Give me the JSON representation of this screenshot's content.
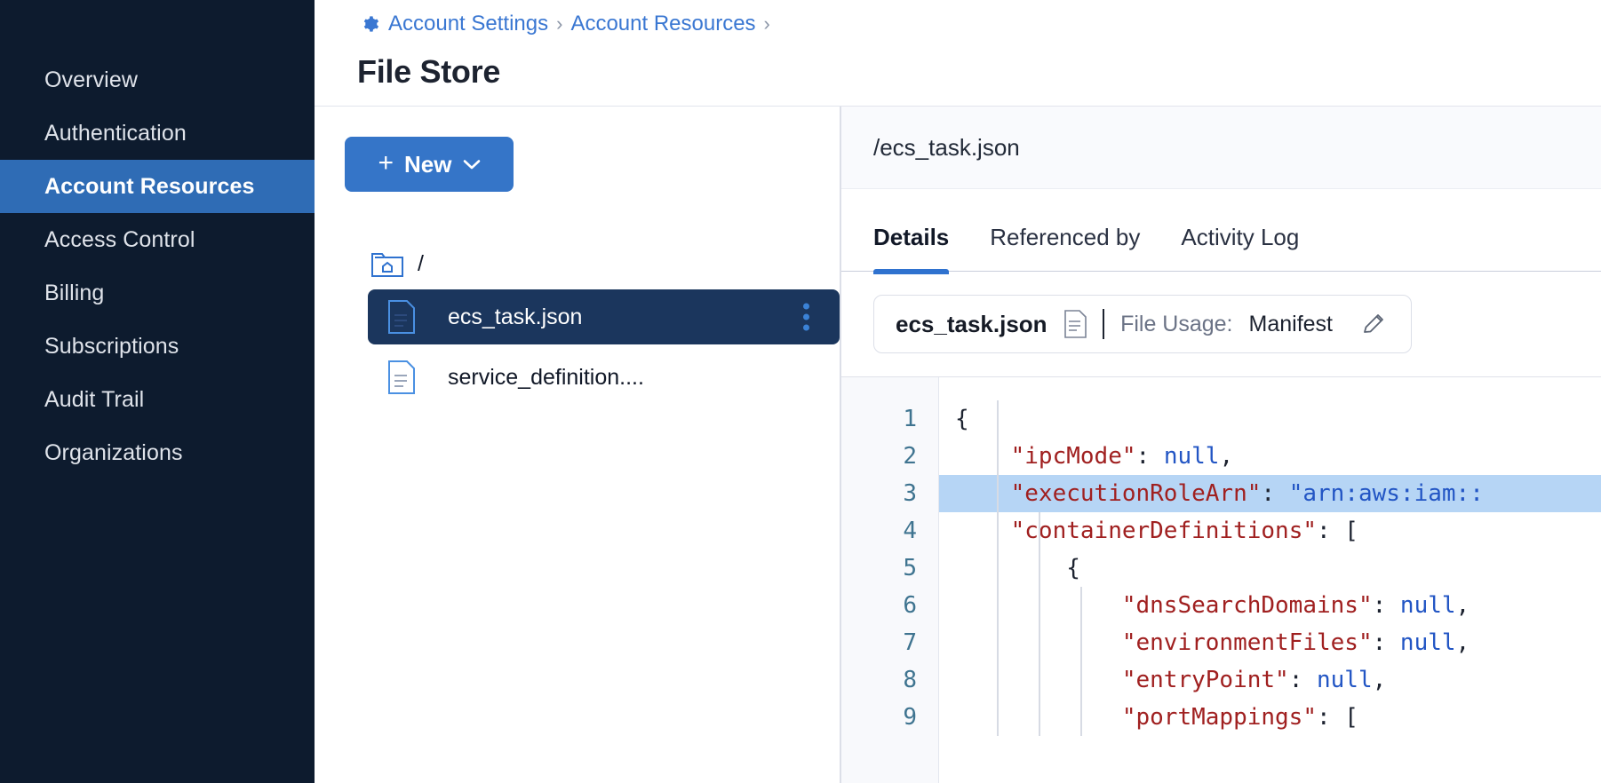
{
  "sidebar": {
    "items": [
      {
        "label": "Overview",
        "active": false
      },
      {
        "label": "Authentication",
        "active": false
      },
      {
        "label": "Account Resources",
        "active": true
      },
      {
        "label": "Access Control",
        "active": false
      },
      {
        "label": "Billing",
        "active": false
      },
      {
        "label": "Subscriptions",
        "active": false
      },
      {
        "label": "Audit Trail",
        "active": false
      },
      {
        "label": "Organizations",
        "active": false
      }
    ]
  },
  "header": {
    "gear_icon": "gear-icon",
    "breadcrumbs": [
      "Account Settings",
      "Account Resources"
    ],
    "separator": "›",
    "title": "File Store"
  },
  "tree_pane": {
    "new_button": {
      "plus": "+",
      "label": "New",
      "caret": "chevron-down-icon"
    },
    "root": {
      "icon": "folder-home-icon",
      "label": "/"
    },
    "files": [
      {
        "name": "ecs_task.json",
        "icon": "file-icon",
        "selected": true,
        "menu": "kebab-menu-icon"
      },
      {
        "name": "service_definition....",
        "icon": "file-icon",
        "selected": false
      }
    ]
  },
  "detail_pane": {
    "path": "/ecs_task.json",
    "tabs": [
      {
        "label": "Details",
        "active": true
      },
      {
        "label": "Referenced by",
        "active": false
      },
      {
        "label": "Activity Log",
        "active": false
      }
    ],
    "usage_card": {
      "file_name": "ecs_task.json",
      "file_icon": "document-icon",
      "usage_label": "File Usage:",
      "usage_value": "Manifest",
      "edit_icon": "pencil-icon"
    }
  },
  "editor": {
    "line_numbers": [
      "1",
      "2",
      "3",
      "4",
      "5",
      "6",
      "7",
      "8",
      "9"
    ],
    "lines": [
      {
        "n": 1,
        "highlight": false,
        "indent": 0,
        "tokens": [
          {
            "t": "p",
            "s": "{"
          }
        ]
      },
      {
        "n": 2,
        "highlight": false,
        "indent": 1,
        "tokens": [
          {
            "t": "k",
            "s": "\"ipcMode\""
          },
          {
            "t": "p",
            "s": ": "
          },
          {
            "t": "v",
            "s": "null"
          },
          {
            "t": "p",
            "s": ","
          }
        ]
      },
      {
        "n": 3,
        "highlight": true,
        "indent": 1,
        "tokens": [
          {
            "t": "k",
            "s": "\"executionRoleArn\""
          },
          {
            "t": "p",
            "s": ": "
          },
          {
            "t": "v",
            "s": "\"arn:aws:iam::"
          }
        ]
      },
      {
        "n": 4,
        "highlight": false,
        "indent": 1,
        "tokens": [
          {
            "t": "k",
            "s": "\"containerDefinitions\""
          },
          {
            "t": "p",
            "s": ": ["
          }
        ]
      },
      {
        "n": 5,
        "highlight": false,
        "indent": 2,
        "tokens": [
          {
            "t": "p",
            "s": "{"
          }
        ]
      },
      {
        "n": 6,
        "highlight": false,
        "indent": 3,
        "tokens": [
          {
            "t": "k",
            "s": "\"dnsSearchDomains\""
          },
          {
            "t": "p",
            "s": ": "
          },
          {
            "t": "v",
            "s": "null"
          },
          {
            "t": "p",
            "s": ","
          }
        ]
      },
      {
        "n": 7,
        "highlight": false,
        "indent": 3,
        "tokens": [
          {
            "t": "k",
            "s": "\"environmentFiles\""
          },
          {
            "t": "p",
            "s": ": "
          },
          {
            "t": "v",
            "s": "null"
          },
          {
            "t": "p",
            "s": ","
          }
        ]
      },
      {
        "n": 8,
        "highlight": false,
        "indent": 3,
        "tokens": [
          {
            "t": "k",
            "s": "\"entryPoint\""
          },
          {
            "t": "p",
            "s": ": "
          },
          {
            "t": "v",
            "s": "null"
          },
          {
            "t": "p",
            "s": ","
          }
        ]
      },
      {
        "n": 9,
        "highlight": false,
        "indent": 3,
        "tokens": [
          {
            "t": "k",
            "s": "\"portMappings\""
          },
          {
            "t": "p",
            "s": ": ["
          }
        ]
      }
    ]
  },
  "colors": {
    "sidebar_bg": "#0d1b2e",
    "accent_blue": "#3575c8",
    "active_nav": "#2f6cb5",
    "selected_row": "#1b365d",
    "highlight_line": "#b6d5f5",
    "json_key": "#a02020",
    "json_value": "#2255c4",
    "gutter_num": "#3f7490"
  }
}
